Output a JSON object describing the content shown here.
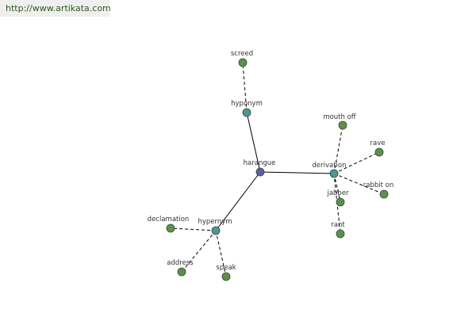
{
  "header": {
    "site_link": "http://www.artikata.com"
  },
  "colors": {
    "center_node": "#5a5fa8",
    "relation_node": "#4e9596",
    "word_node": "#5f8f4e",
    "node_stroke": "#2f4f2f",
    "solid_edge": "#000000",
    "dashed_edge": "#000000"
  },
  "graph": {
    "center": {
      "id": "harangue",
      "label": "harangue"
    },
    "relations": [
      {
        "id": "hyponym",
        "label": "hyponym",
        "words": [
          {
            "id": "screed",
            "label": "screed"
          }
        ]
      },
      {
        "id": "derivation",
        "label": "derivation",
        "words": [
          {
            "id": "mouth-off",
            "label": "mouth off"
          },
          {
            "id": "rave",
            "label": "rave"
          },
          {
            "id": "rabbit-on",
            "label": "rabbit on"
          },
          {
            "id": "jabber",
            "label": "jabber"
          },
          {
            "id": "rant",
            "label": "rant"
          }
        ]
      },
      {
        "id": "hypernym",
        "label": "hypernym",
        "words": [
          {
            "id": "declamation",
            "label": "declamation"
          },
          {
            "id": "address",
            "label": "address"
          },
          {
            "id": "speak",
            "label": "speak"
          }
        ]
      }
    ]
  }
}
